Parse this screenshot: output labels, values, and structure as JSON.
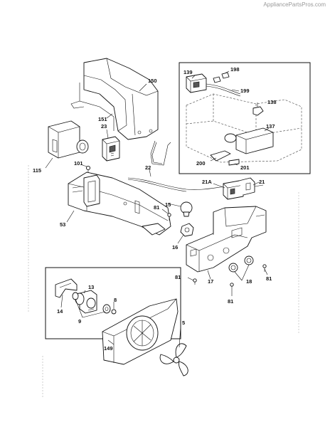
{
  "watermark": "AppliancePartsPros.com",
  "callouts": {
    "c150": "150",
    "c151": "151",
    "c23": "23",
    "c115": "115",
    "c101": "101",
    "c22": "22",
    "c53": "53",
    "c81a": "81",
    "c15": "15",
    "c16": "16",
    "c21a": "21A",
    "c21": "21",
    "c17": "17",
    "c18": "18",
    "c81b": "81",
    "c81c": "81",
    "c81d": "81",
    "c139": "139",
    "c198": "198",
    "c199": "199",
    "c138": "138",
    "c137": "137",
    "c200": "200",
    "c201": "201",
    "c13": "13",
    "c14": "14",
    "c8": "8",
    "c9": "9",
    "c5": "5",
    "c149": "149"
  }
}
